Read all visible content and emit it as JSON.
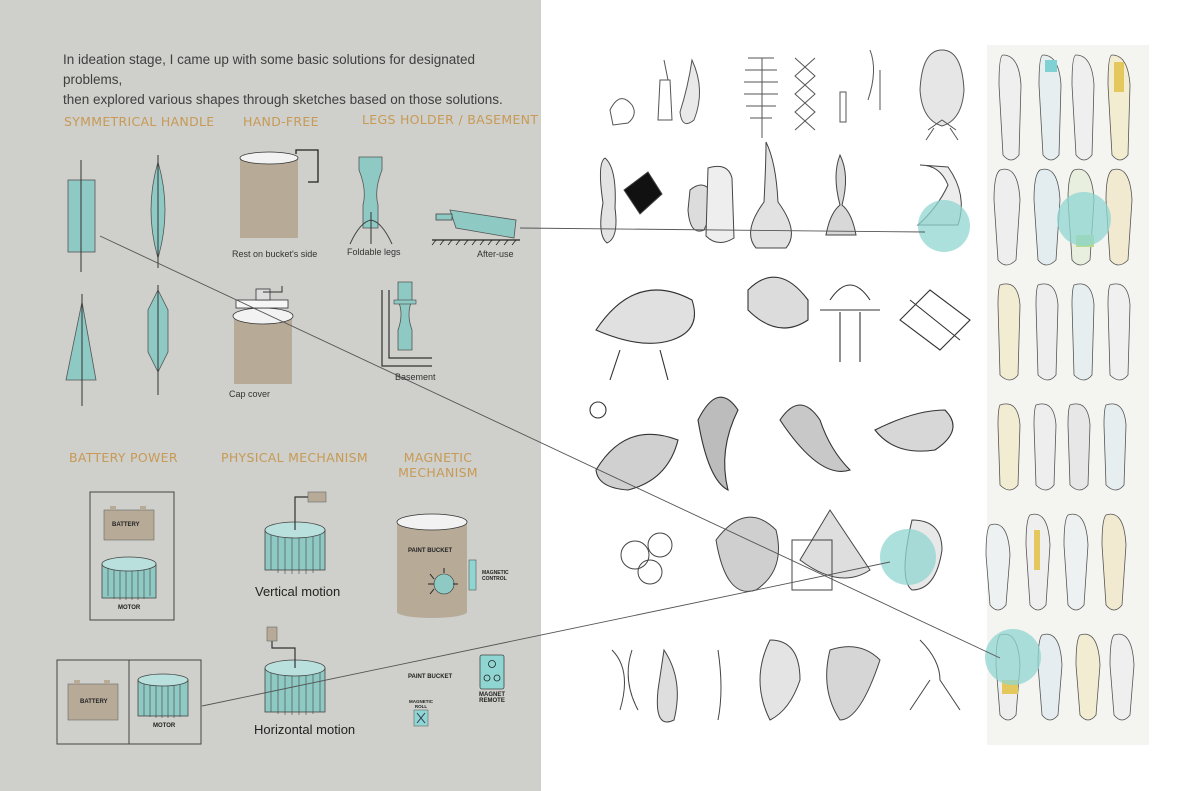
{
  "intro": {
    "line1": "In ideation stage, I came up with some basic solutions for designated problems,",
    "line2": "then explored various shapes through sketches based on those solutions."
  },
  "sections": {
    "symmetrical_handle": "SYMMETRICAL HANDLE",
    "hand_free": "HAND-FREE",
    "legs_holder": "LEGS HOLDER / BASEMENT",
    "battery_power": "BATTERY POWER",
    "physical_mechanism": "PHYSICAL MECHANISM",
    "magnetic_line1": "MAGNETIC",
    "magnetic_line2": "MECHANISM"
  },
  "captions": {
    "rest_on_bucket": "Rest on bucket's side",
    "foldable_legs": "Foldable legs",
    "after_use": "After-use",
    "cap_cover": "Cap cover",
    "basement": "Basement",
    "vertical_motion": "Vertical motion",
    "horizontal_motion": "Horizontal motion"
  },
  "labels": {
    "battery": "BATTERY",
    "motor": "MOTOR",
    "paint_bucket": "PAINT BUCKET",
    "magnetic_control_1": "MAGNETIC",
    "magnetic_control_2": "CONTROL",
    "magnetic_roll_1": "MAGNETIC",
    "magnetic_roll_2": "ROLL",
    "magnet_remote_1": "MAGNET",
    "magnet_remote_2": "REMOTE"
  },
  "colors": {
    "panel": "#cfcfcb",
    "teal": "#8ec9c4",
    "tan": "#b7ab98",
    "heading": "#c79a55",
    "highlight": "#8fd6d2"
  }
}
